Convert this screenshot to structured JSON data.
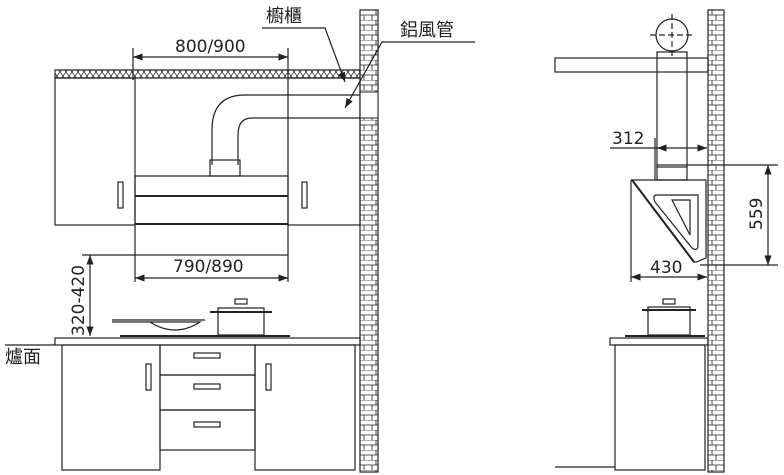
{
  "labels": {
    "cabinet": "櫥櫃",
    "aluminum_duct": "鋁風管",
    "cooktop_surface": "爐面"
  },
  "dimensions": {
    "cabinet_width": "800/900",
    "hood_width": "790/890",
    "install_height": "320-420",
    "duct_offset": "312",
    "hood_height": "559",
    "hood_depth": "430"
  }
}
